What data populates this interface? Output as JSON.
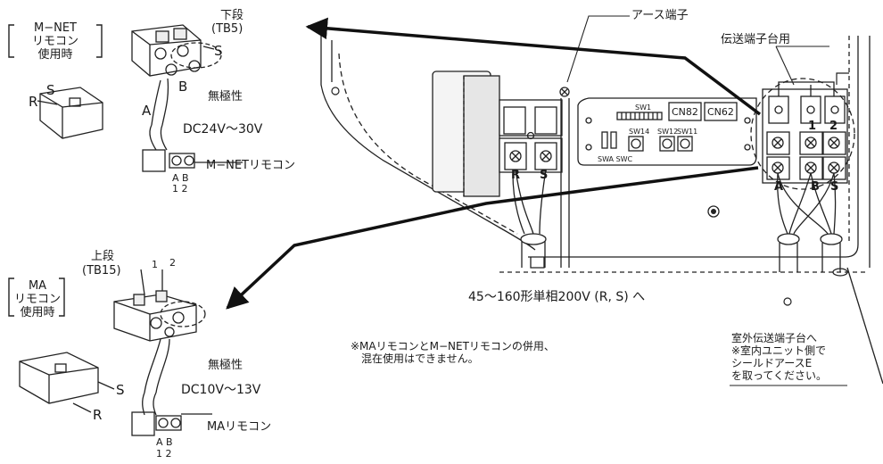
{
  "mnet_usage": [
    "M−NET",
    "リモコン",
    "使用時"
  ],
  "lower_tier": "下段",
  "lower_tier_tb": "(TB5)",
  "mnet_S_top": "S",
  "mnet_S_left": "S",
  "mnet_R": "R",
  "mnet_A": "A",
  "mnet_B": "B",
  "nonpolar_1": "無極性",
  "dc_mnet": "DC24V〜30V",
  "mnet_remote": "M−NETリモコン",
  "mnet_ab": "A B",
  "mnet_12": "1 2",
  "upper_tier": "上段",
  "upper_tier_tb": "(TB15)",
  "ma_top_1": "1",
  "ma_top_2": "2",
  "ma_usage": [
    "MA",
    "リモコン",
    "使用時"
  ],
  "nonpolar_2": "無極性",
  "dc_ma": "DC10V〜13V",
  "ma_S": "S",
  "ma_R": "R",
  "ma_remote": "MAリモコン",
  "ma_ab": "A B",
  "ma_12": "1 2",
  "earth_terminal": "アース端子",
  "transmission_terminal": "伝送端子台用",
  "sw1": "SW1",
  "cn82": "CN82",
  "cn62": "CN62",
  "sw14": "SW14",
  "sw12": "SW12",
  "sw11": "SW11",
  "swa_swc": "SWA SWC",
  "power_R": "R",
  "power_S": "S",
  "term_1": "1",
  "term_2": "2",
  "term_A": "A",
  "term_B": "B",
  "term_S": "S",
  "power_note": "45〜160形単相200V (R, S) へ",
  "combined_note": [
    "※MAリモコンとM−NETリモコンの併用、",
    "混在使用はできません。"
  ],
  "outdoor_note": [
    "室外伝送端子台へ",
    "※室内ユニット側で",
    "シールドアースE",
    "を取ってください。"
  ]
}
